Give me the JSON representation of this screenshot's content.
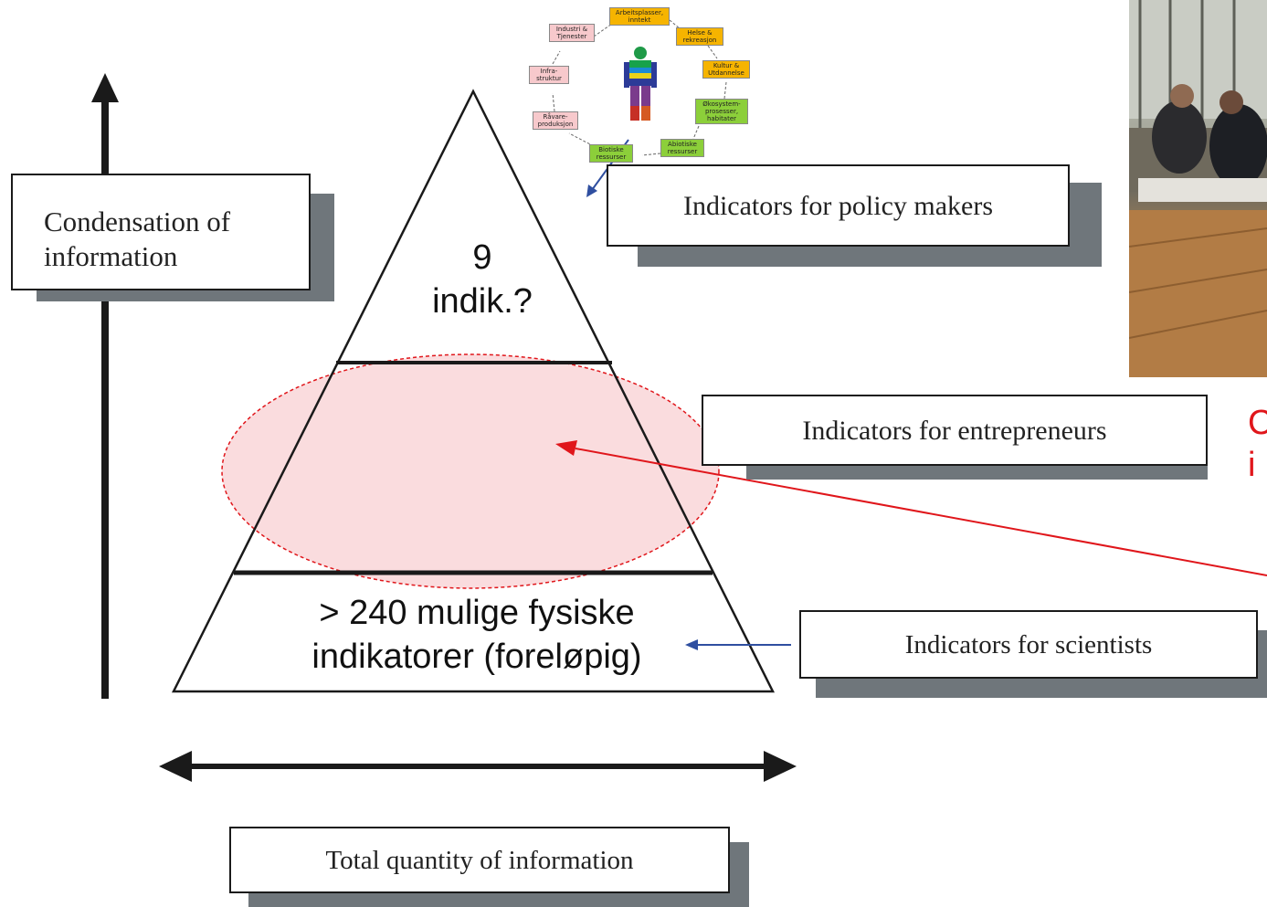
{
  "axis": {
    "vertical_label": "Condensation of information",
    "horizontal_label": "Total quantity of information"
  },
  "pyramid": {
    "top_count": "9",
    "top_unit": "indik.?",
    "bottom_line1": "> 240 mulige fysiske",
    "bottom_line2": "indikatorer (foreløpig)"
  },
  "levels": {
    "policy_makers": "Indicators for policy makers",
    "entrepreneurs": "Indicators for entrepreneurs",
    "scientists": "Indicators for scientists"
  },
  "cycle_diagram": {
    "nodes": [
      {
        "id": "arbeid",
        "label": "Arbeitsplasser, inntekt",
        "color": "orange"
      },
      {
        "id": "helse",
        "label": "Helse & rekreasjon",
        "color": "orange"
      },
      {
        "id": "kultur",
        "label": "Kultur & Utdannelse",
        "color": "orange"
      },
      {
        "id": "okosystem",
        "label": "Økosystem-prosesser, habitater",
        "color": "green"
      },
      {
        "id": "abiotiske",
        "label": "Abiotiske ressurser",
        "color": "green"
      },
      {
        "id": "biotiske",
        "label": "Biotiske ressurser",
        "color": "green"
      },
      {
        "id": "ravare",
        "label": "Råvare-produksjon",
        "color": "pink"
      },
      {
        "id": "infra",
        "label": "Infra-struktur",
        "color": "pink"
      },
      {
        "id": "industri",
        "label": "Industri & Tjenester",
        "color": "pink"
      }
    ]
  },
  "cut_off_text": {
    "line1": "C",
    "line2": "i"
  },
  "colors": {
    "highlight_fill": "#f9d6d8",
    "highlight_border": "#e0161b",
    "arrow_red": "#e0161b",
    "arrow_blue": "#2f4fa0",
    "shadow": "#6f767b",
    "orange": "#f6b400",
    "green": "#8ccf3a",
    "pink": "#f7c9cc"
  }
}
